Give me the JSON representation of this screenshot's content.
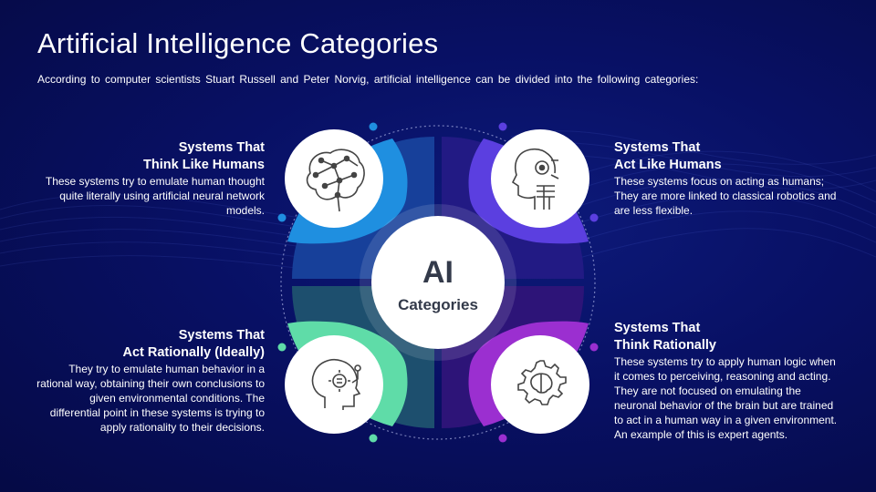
{
  "title": "Artificial Intelligence Categories",
  "subtitle": "According to computer scientists Stuart Russell and Peter Norvig, artificial intelligence can be divided into the following categories:",
  "center": {
    "line1": "AI",
    "line2": "Categories"
  },
  "colors": {
    "blue": "#1f8fe0",
    "violet": "#5b3fe0",
    "green": "#5fdca8",
    "purple": "#9b2fd0"
  },
  "categories": [
    {
      "title_line1": "Systems That",
      "title_line2": "Think Like Humans",
      "text": "These systems try to emulate human thought quite literally using artificial neural network models.",
      "icon": "neural-network-brain-icon"
    },
    {
      "title_line1": "Systems That",
      "title_line2": "Act Like Humans",
      "text": "These systems focus on acting as humans; They are more linked to classical robotics and are less flexible.",
      "icon": "robot-head-icon"
    },
    {
      "title_line1": "Systems That",
      "title_line2": "Act Rationally (Ideally)",
      "text": "They try to emulate human behavior in a rational way, obtaining their own conclusions to given environmental conditions. The differential point in these systems is trying to apply rationality to their decisions.",
      "icon": "head-gear-icon"
    },
    {
      "title_line1": "Systems That",
      "title_line2": "Think Rationally",
      "text": "These systems try to apply human logic when it comes to perceiving, reasoning and acting. They are not focused on emulating the neuronal behavior of the brain but are trained to act in a human way in a given environment. An example of this is expert agents.",
      "icon": "brain-gear-icon"
    }
  ]
}
